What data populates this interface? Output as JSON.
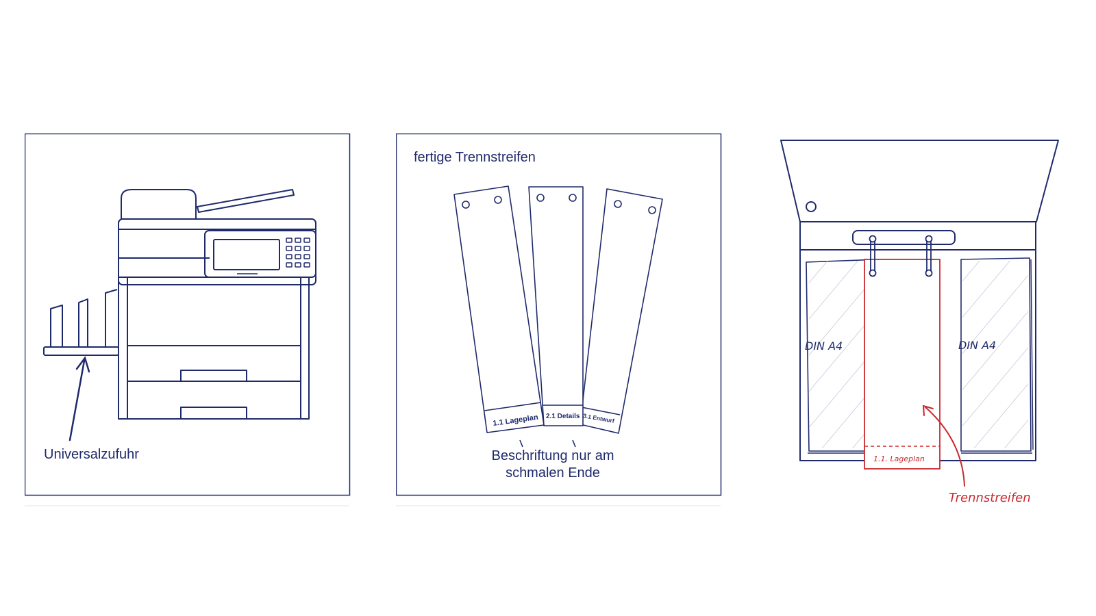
{
  "colors": {
    "navy": "#1f2a6b",
    "red": "#c8282d",
    "hatch": "#b7bbd2",
    "bg": "#ffffff"
  },
  "panel1": {
    "caption": "Universalzufuhr",
    "icon": "printer-icon"
  },
  "panel2": {
    "title": "fertige Trennstreifen",
    "strips": [
      {
        "label": "1.1 Lageplan"
      },
      {
        "label": "2.1 Details"
      },
      {
        "label": "3.1 Entwurf"
      }
    ],
    "caption_line1": "Beschriftung nur am",
    "caption_line2": "schmalen Ende"
  },
  "panel3": {
    "left_label": "DIN A4",
    "right_label": "DIN A4",
    "strip_label": "1.1. Lageplan",
    "callout": "Trennstreifen",
    "icon": "folder-icon"
  }
}
